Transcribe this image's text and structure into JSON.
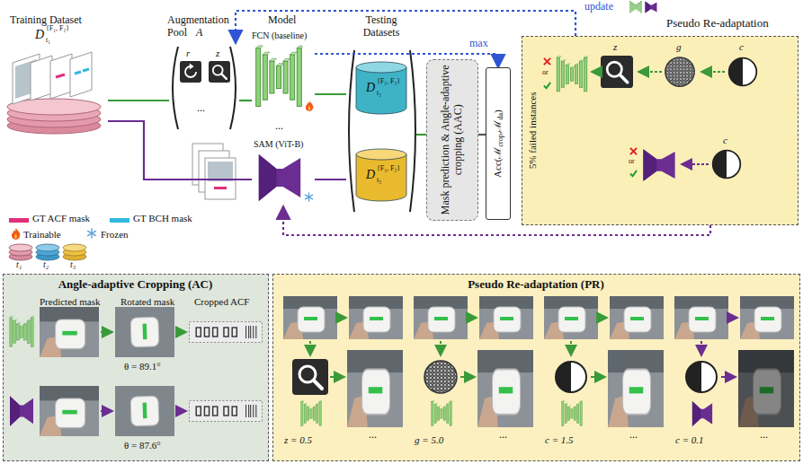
{
  "diagram": {
    "nodes": [
      {
        "text": [
          "Training Dataset",
          "D",
          "{F₁, F₂}",
          "t₁"
        ]
      },
      {
        "text": [
          "Augmentation Pool",
          "A"
        ]
      },
      {
        "text": [
          "FCN (baseline)"
        ]
      },
      {
        "text": [
          "SAM (ViT-B)"
        ]
      },
      {
        "text": [
          "Testing Datasets"
        ]
      },
      {
        "text": [
          "D",
          "{F₁, F₂}",
          "t₂"
        ],
        "in": 4
      },
      {
        "text": [
          "D",
          "{F₁, F₂}",
          "t₃"
        ],
        "in": 4
      },
      {
        "text": [
          "Mask prediction & Angle-adaptive cropping (AAC)"
        ]
      },
      {
        "text": [
          "Acc(ℳ",
          "crop",
          ",ℳ",
          "da",
          ")"
        ]
      },
      {
        "text": [
          "Pseudo Re-adaptation",
          "5% failed instances"
        ]
      },
      {
        "text": [
          "Angle-adaptive Cropping (AC)",
          "Predicted mask",
          "Rotated mask",
          "Cropped ACF",
          "θ = 89.1°",
          "θ = 87.6°"
        ]
      },
      {
        "text": [
          "Pseudo Re-adaptation (PR)",
          "z = 0.5",
          "g = 5.0",
          "c = 1.5",
          "c = 0.1"
        ]
      }
    ],
    "edges": [
      {
        "from": 0,
        "to": 1,
        "arrow": "none"
      },
      {
        "from": 1,
        "to": 2,
        "arrow": "none"
      },
      {
        "from": 0,
        "to": 3,
        "arrow": "none"
      },
      {
        "from": 2,
        "to": 4,
        "arrow": "none"
      },
      {
        "from": 3,
        "to": 4,
        "arrow": "none"
      },
      {
        "from": 4,
        "to": 7,
        "arrow": "none"
      },
      {
        "from": 7,
        "to": 8,
        "arrow": "none"
      },
      {
        "from": 2,
        "to": 8,
        "label": "max",
        "arrow": "to"
      },
      {
        "from": 9,
        "to": 1,
        "label": "update",
        "arrow": "to"
      },
      {
        "from": 9,
        "to": 3,
        "arrow": "to"
      }
    ],
    "labels": [
      "Model",
      "r",
      "z",
      "...",
      "...",
      "z",
      "g",
      "c",
      "c",
      "or",
      "or",
      "t₁",
      "t₂",
      "t₃",
      "...",
      "...",
      "...",
      "..."
    ],
    "legend": [
      {
        "text": "GT ACF mask",
        "color": "#e0307a"
      },
      {
        "text": "GT BCH mask",
        "color": "#30b8e0"
      },
      {
        "text": "Trainable"
      },
      {
        "text": "Frozen"
      }
    ]
  }
}
